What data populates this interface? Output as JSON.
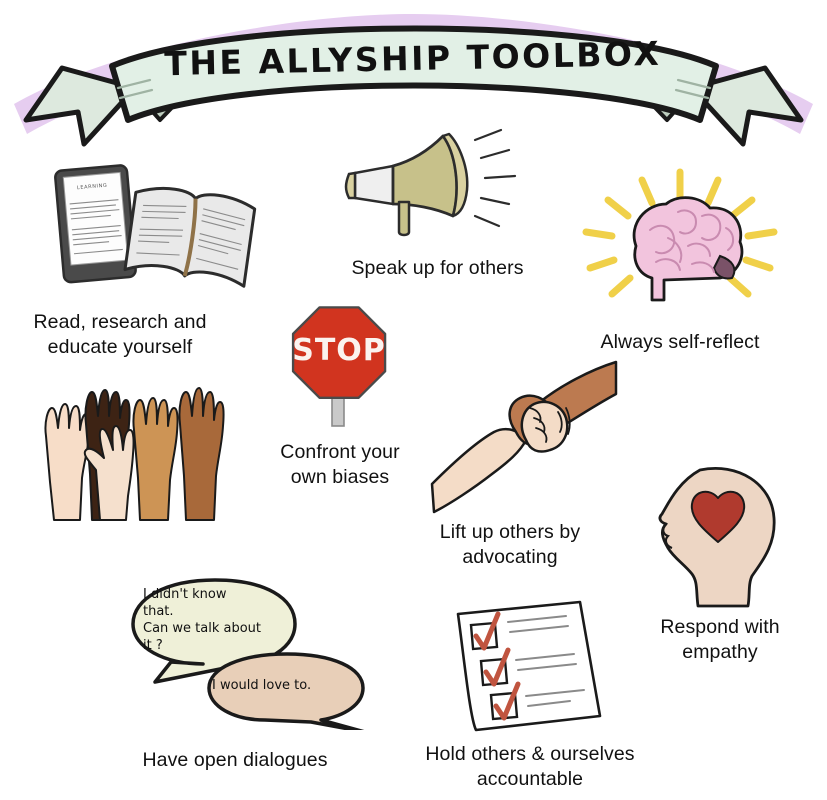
{
  "poster": {
    "title": "THE ALLYSHIP TOOLBOX",
    "background_color": "#ffffff",
    "ribbon_color": "#e2f0e6",
    "ribbon_shadow_color": "#e6cdf0",
    "outline_color": "#1a1a1a",
    "caption_color": "#111111"
  },
  "items": [
    {
      "id": "read-research",
      "icon": "ereader-and-open-book-icon",
      "caption": "Read, research and\neducate yourself",
      "caption_line1": "Read, research and",
      "caption_line2": "educate yourself",
      "screen_heading": "LEARNING",
      "colors": {
        "device": "#4a4a4a",
        "screen": "#fdfdfd",
        "book": "#e9e9e9",
        "bookmark": "#9a7b4f"
      }
    },
    {
      "id": "speak-up",
      "icon": "megaphone-icon",
      "caption": "Speak up for others",
      "caption_line1": "Speak up for others",
      "caption_line2": "",
      "colors": {
        "horn": "#c7c18a",
        "band": "#efefef",
        "rim": "#d9d1a0"
      }
    },
    {
      "id": "self-reflect",
      "icon": "brain-with-rays-icon",
      "caption": "Always self-reflect",
      "caption_line1": "Always self-reflect",
      "caption_line2": "",
      "colors": {
        "brain": "#f2c4dd",
        "folds": "#c98bb0",
        "rays": "#f0d049"
      }
    },
    {
      "id": "confront-biases",
      "icon": "stop-sign-icon",
      "caption": "Confront your\nown biases",
      "caption_line1": "Confront your",
      "caption_line2": "own biases",
      "sign_text": "STOP",
      "colors": {
        "sign": "#d1341f",
        "text": "#fbf3ef",
        "post": "#c9c9c9"
      }
    },
    {
      "id": "raised-hands",
      "icon": "raised-hands-icon",
      "caption": "",
      "caption_line1": "",
      "caption_line2": "",
      "skin_tones": [
        "#f7ddc8",
        "#3d2314",
        "#f5e0cd",
        "#cd9455",
        "#a8693a"
      ]
    },
    {
      "id": "lift-up-others",
      "icon": "clasped-arms-icon",
      "caption": "Lift up others by\nadvocating",
      "caption_line1": "Lift up others by",
      "caption_line2": "advocating",
      "colors": {
        "arm_upper": "#bc7a50",
        "arm_lower": "#f4dcc7"
      }
    },
    {
      "id": "respond-empathy",
      "icon": "head-with-heart-icon",
      "caption": "Respond with\nempathy",
      "caption_line1": "Respond with",
      "caption_line2": "empathy",
      "colors": {
        "head": "#edd6c4",
        "heart": "#b03a2e"
      }
    },
    {
      "id": "open-dialogues",
      "icon": "speech-bubbles-icon",
      "caption": "Have open dialogues",
      "caption_line1": "Have open dialogues",
      "caption_line2": "",
      "bubble_one_text": "I didn't know\nthat.\nCan we talk about\nit?",
      "bubble_one_lines": [
        "I didn't know",
        "that.",
        "Can we talk about",
        "it ?"
      ],
      "bubble_two_text": "I would love to.",
      "bubble_two_lines": [
        "I would love to."
      ],
      "colors": {
        "bubble_one": "#eff0d8",
        "bubble_two": "#e8cfb8"
      }
    },
    {
      "id": "accountability",
      "icon": "checklist-icon",
      "caption": "Hold others & ourselves\naccountable",
      "caption_line1": "Hold others & ourselves",
      "caption_line2": "accountable",
      "checked_count": 3,
      "colors": {
        "page": "#ffffff",
        "check": "#c0543f",
        "lines": "#8a8a8a"
      }
    }
  ]
}
